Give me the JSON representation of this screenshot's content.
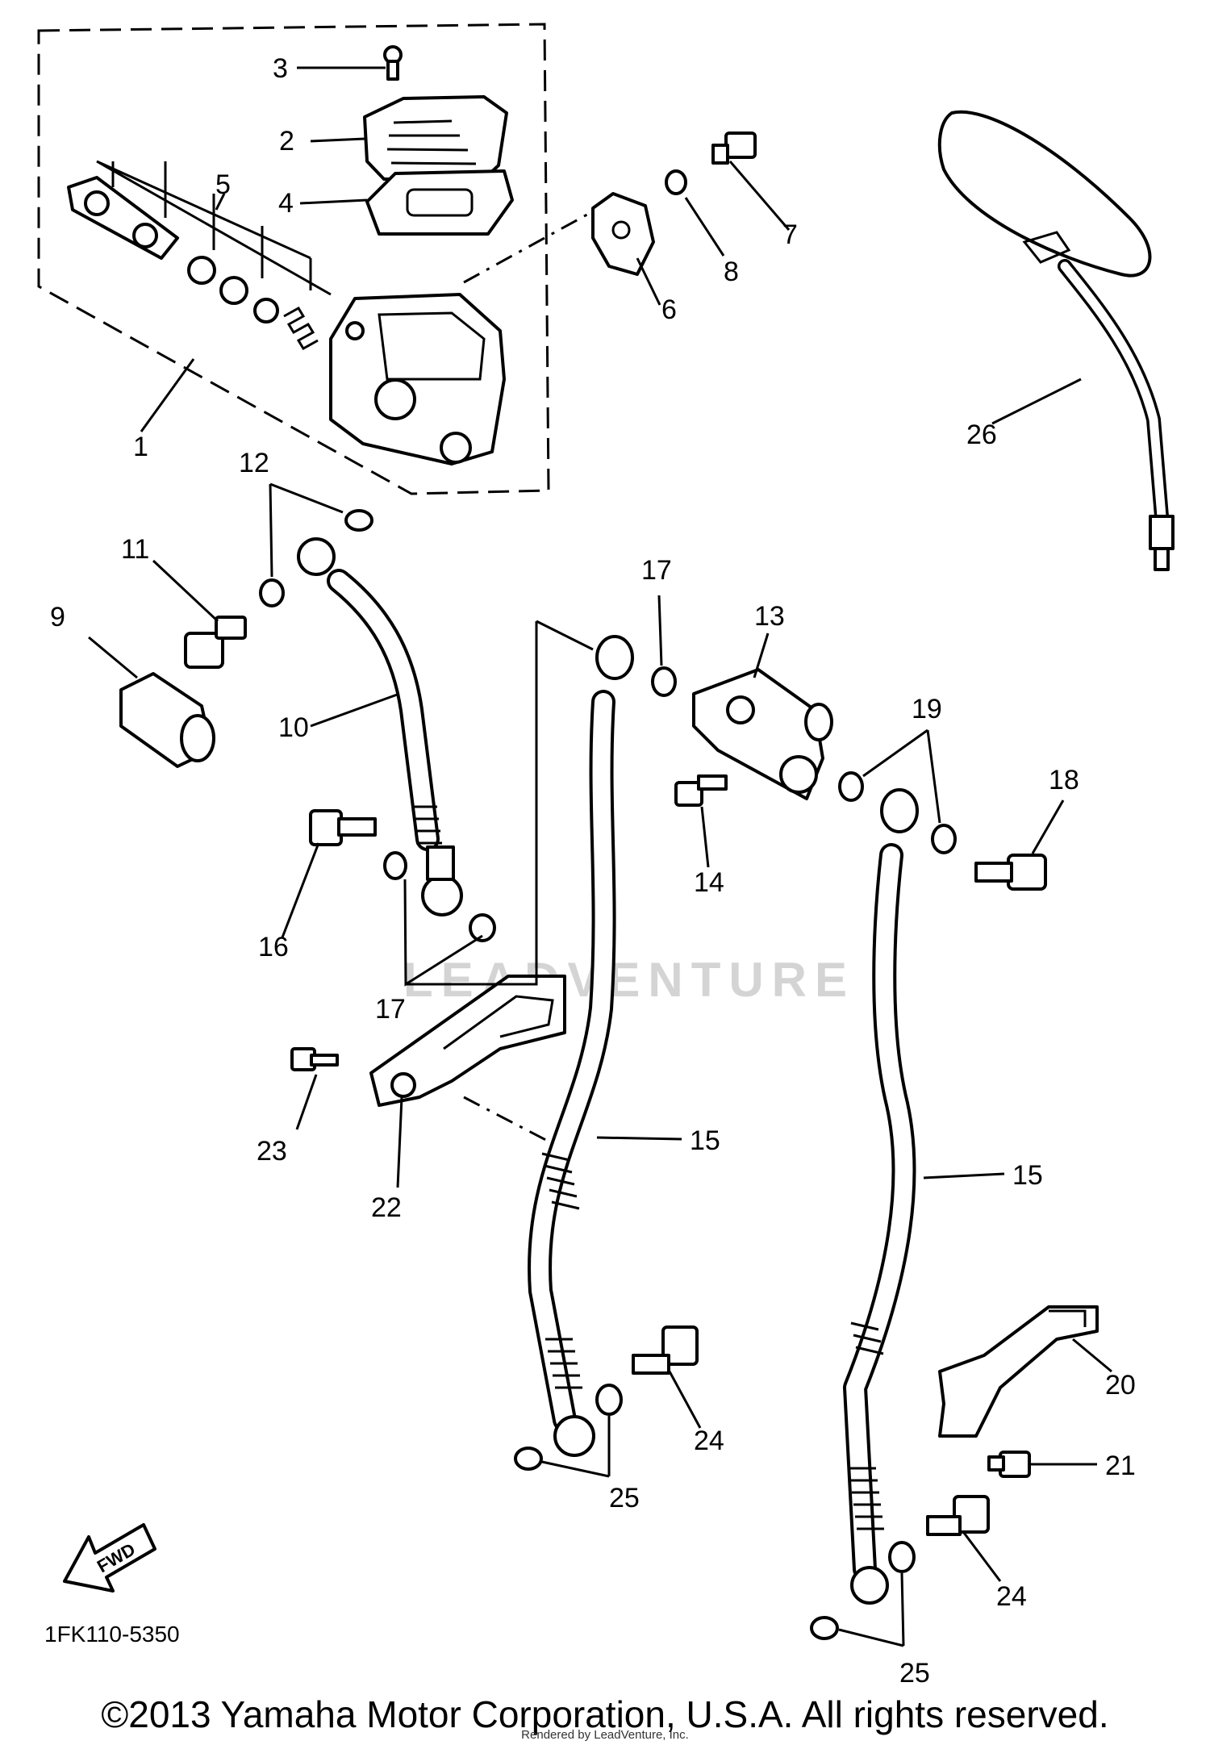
{
  "diagram": {
    "part_code": "1FK110-5350",
    "fwd_label": "FWD",
    "watermark": "LEADVENTURE",
    "callouts": [
      {
        "id": "c1",
        "text": "1"
      },
      {
        "id": "c2",
        "text": "2"
      },
      {
        "id": "c3",
        "text": "3"
      },
      {
        "id": "c4",
        "text": "4"
      },
      {
        "id": "c5",
        "text": "5"
      },
      {
        "id": "c6",
        "text": "6"
      },
      {
        "id": "c7",
        "text": "7"
      },
      {
        "id": "c8",
        "text": "8"
      },
      {
        "id": "c9",
        "text": "9"
      },
      {
        "id": "c10",
        "text": "10"
      },
      {
        "id": "c11",
        "text": "11"
      },
      {
        "id": "c12",
        "text": "12"
      },
      {
        "id": "c13",
        "text": "13"
      },
      {
        "id": "c14",
        "text": "14"
      },
      {
        "id": "c15a",
        "text": "15"
      },
      {
        "id": "c15b",
        "text": "15"
      },
      {
        "id": "c16",
        "text": "16"
      },
      {
        "id": "c17a",
        "text": "17"
      },
      {
        "id": "c17b",
        "text": "17"
      },
      {
        "id": "c18",
        "text": "18"
      },
      {
        "id": "c19",
        "text": "19"
      },
      {
        "id": "c20",
        "text": "20"
      },
      {
        "id": "c21",
        "text": "21"
      },
      {
        "id": "c22",
        "text": "22"
      },
      {
        "id": "c23",
        "text": "23"
      },
      {
        "id": "c24a",
        "text": "24"
      },
      {
        "id": "c24b",
        "text": "24"
      },
      {
        "id": "c25a",
        "text": "25"
      },
      {
        "id": "c25b",
        "text": "25"
      },
      {
        "id": "c26",
        "text": "26"
      }
    ]
  },
  "footer": {
    "copyright": "©2013 Yamaha Motor Corporation, U.S.A. All rights reserved.",
    "rendered_by": "Rendered by LeadVenture, Inc."
  }
}
